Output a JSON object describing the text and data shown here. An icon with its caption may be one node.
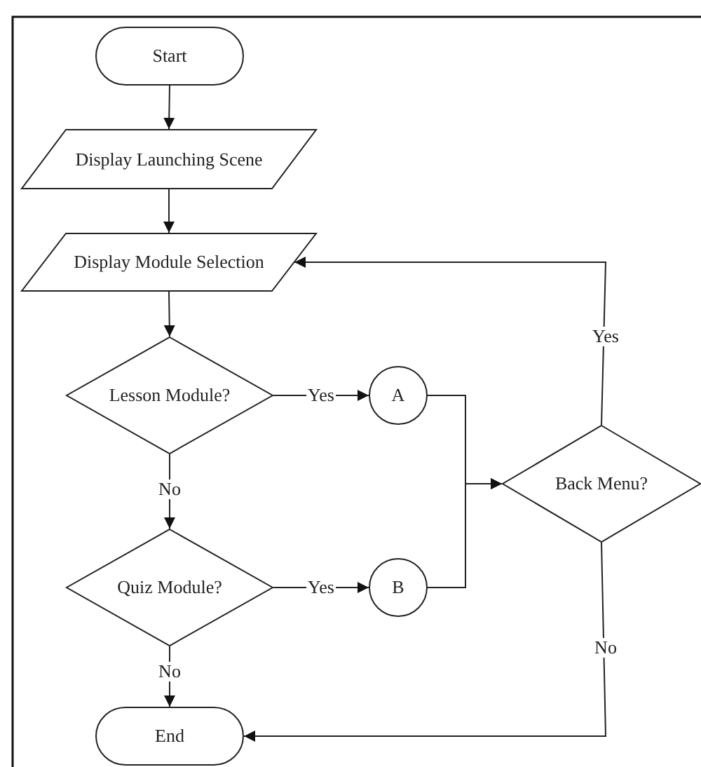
{
  "diagram": {
    "nodes": [
      {
        "text": [
          "Start"
        ]
      },
      {
        "text": [
          "Display Launching Scene"
        ]
      },
      {
        "text": [
          "Display Module Selection"
        ]
      },
      {
        "text": [
          "Lesson Module?"
        ]
      },
      {
        "text": [
          "A"
        ]
      },
      {
        "text": [
          "Quiz Module?"
        ]
      },
      {
        "text": [
          "B"
        ]
      },
      {
        "text": [
          "Back Menu?"
        ]
      },
      {
        "text": [
          "End"
        ]
      }
    ],
    "edges": [
      {
        "from": 0,
        "to": 1,
        "arrow": "to"
      },
      {
        "from": 1,
        "to": 2,
        "arrow": "to"
      },
      {
        "from": 2,
        "to": 3,
        "arrow": "to"
      },
      {
        "from": 3,
        "to": 4,
        "arrow": "to",
        "label": "Yes"
      },
      {
        "from": 3,
        "to": 5,
        "arrow": "to",
        "label": "No"
      },
      {
        "from": 5,
        "to": 6,
        "arrow": "to",
        "label": "Yes"
      },
      {
        "from": 4,
        "to": 7,
        "arrow": "to"
      },
      {
        "from": 6,
        "to": 7,
        "arrow": "to"
      },
      {
        "from": 7,
        "to": 2,
        "arrow": "to",
        "label": "Yes"
      },
      {
        "from": 5,
        "to": 8,
        "arrow": "to",
        "label": "No"
      },
      {
        "from": 7,
        "to": 8,
        "arrow": "to",
        "label": "No"
      }
    ]
  }
}
